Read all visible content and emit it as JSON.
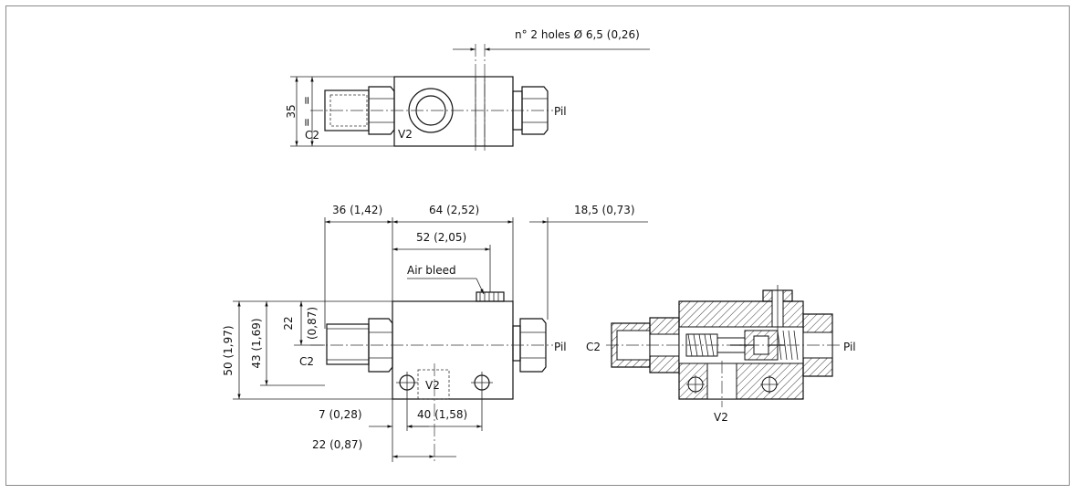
{
  "top_view": {
    "holes_note": "n° 2 holes Ø 6,5 (0,26)",
    "dim_height": "35",
    "equal_mark": "=",
    "port_c2": "C2",
    "port_v2": "V2",
    "port_pil": "Pil"
  },
  "front_view": {
    "dim_left_width": "36 (1,42)",
    "dim_body_width": "64 (2,52)",
    "dim_right_width": "18,5 (0,73)",
    "dim_bleed_pos": "52 (2,05)",
    "air_bleed": "Air bleed",
    "dim_total_height": "50 (1,97)",
    "dim_axis_height": "43 (1,69)",
    "dim_axis_top_mm": "22",
    "dim_axis_top_in": "(0,87)",
    "port_c2": "C2",
    "port_v2": "V2",
    "port_pil": "Pil",
    "dim_hole_offset": "7 (0,28)",
    "dim_hole_spacing": "40 (1,58)",
    "dim_v2_offset": "22 (0,87)"
  },
  "section_view": {
    "port_c2": "C2",
    "port_v2": "V2",
    "port_pil": "Pil"
  }
}
